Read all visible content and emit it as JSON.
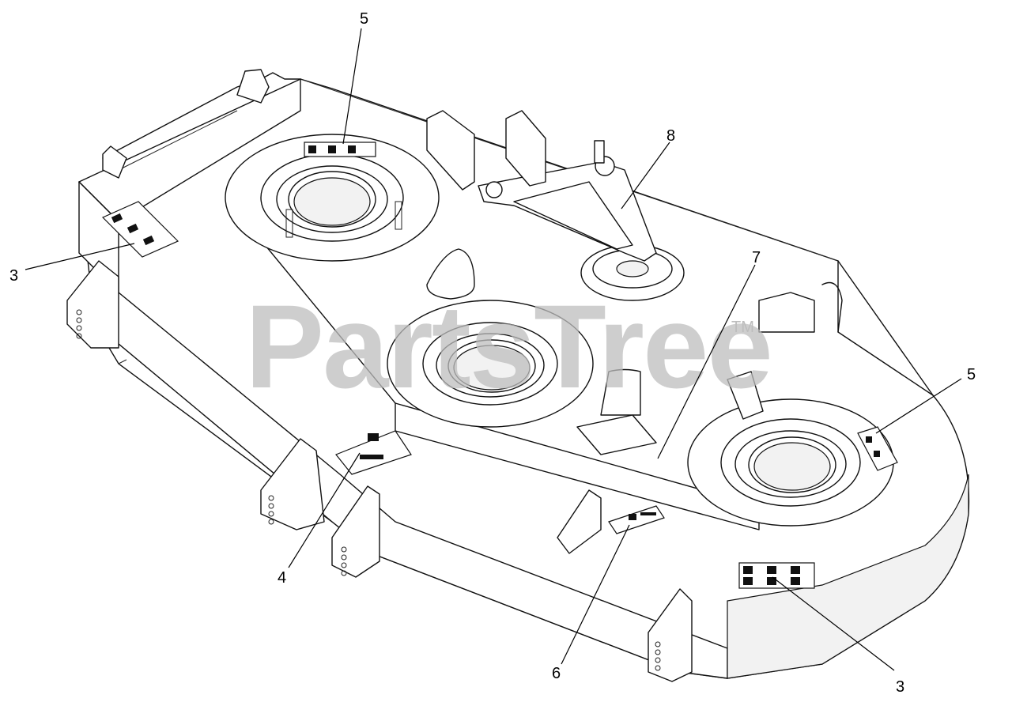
{
  "watermark": {
    "text": "PartsTree",
    "tm": "TM"
  },
  "callouts": [
    {
      "id": "c5-top",
      "label": "5"
    },
    {
      "id": "c8",
      "label": "8"
    },
    {
      "id": "c7",
      "label": "7"
    },
    {
      "id": "c3-left",
      "label": "3"
    },
    {
      "id": "c5-right",
      "label": "5"
    },
    {
      "id": "c4",
      "label": "4"
    },
    {
      "id": "c6",
      "label": "6"
    },
    {
      "id": "c3-bottom",
      "label": "3"
    }
  ]
}
